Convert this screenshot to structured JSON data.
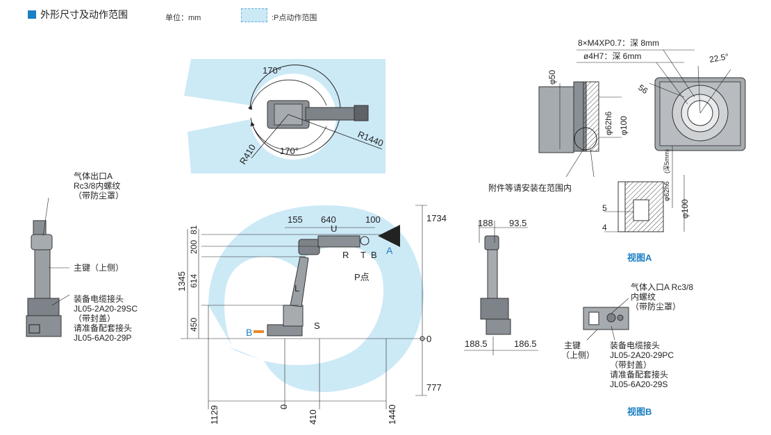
{
  "header": {
    "title": "外形尺寸及动作范围",
    "unit": "单位：mm",
    "legend_label": ":P点动作范围"
  },
  "top_view": {
    "angle_top": "170°",
    "angle_bottom": "170°",
    "radius_inner": "R410",
    "radius_outer": "R1440"
  },
  "side_view": {
    "dim_155": "155",
    "dim_640": "640",
    "dim_100": "100",
    "dim_1734": "1734",
    "dim_81": "81",
    "dim_200": "200",
    "dim_614": "614",
    "dim_1345": "1345",
    "dim_450": "450",
    "dim_0_right": "0",
    "dim_777": "777",
    "dim_1129": "1129",
    "dim_0_bottom": "0",
    "dim_410": "410",
    "dim_1440": "1440",
    "axis_U": "U",
    "axis_R": "R",
    "axis_T": "T",
    "axis_B": "B",
    "axis_L": "L",
    "axis_S": "S",
    "label_A": "A",
    "label_B": "B",
    "p_point": "P点"
  },
  "left_view": {
    "gas_outlet_1": "气体出口A",
    "gas_outlet_2": "Rc3/8内螺纹",
    "gas_outlet_3": "（带防尘罩）",
    "main_key": "主键（上侧）",
    "cable_1": "装备电缆接头",
    "cable_2": "JL05-2A20-29SC",
    "cable_3": "（带封盖）",
    "cable_4": "请准备配套接头",
    "cable_5": "JL05-6A20-29P"
  },
  "front_view": {
    "dim_188": "188",
    "dim_93_5": "93.5",
    "dim_188_5": "188.5",
    "dim_186_5": "186.5"
  },
  "view_a": {
    "thread": "8×M4XP0.7：深 8mm",
    "hole": "ø4H7：深 6mm",
    "angle": "22.5°",
    "dim_56": "56",
    "phi50": "φ50",
    "phi62h6": "φ62h6",
    "phi100": "φ100",
    "note": "附件等请安装在范围内",
    "detail_phi62h6": "φ62h6",
    "detail_depth": "(深5mm)",
    "detail_phi100": "φ100",
    "dim_5": "5",
    "dim_4": "4",
    "caption": "视图A"
  },
  "view_b": {
    "gas_inlet_1": "气体入口A Rc3/8",
    "gas_inlet_2": "内螺纹",
    "gas_inlet_3": "（带防尘罩）",
    "main_key_1": "主键",
    "main_key_2": "（上侧）",
    "cable_1": "装备电缆接头",
    "cable_2": "JL05-2A20-29PC",
    "cable_3": "（带封盖）",
    "cable_4": "请准备配套接头",
    "cable_5": "JL05-6A20-29S",
    "caption": "视图B"
  },
  "colors": {
    "range_fill": "#cce9f6",
    "accent": "#1b7fc4",
    "arrow": "#e8892a"
  }
}
